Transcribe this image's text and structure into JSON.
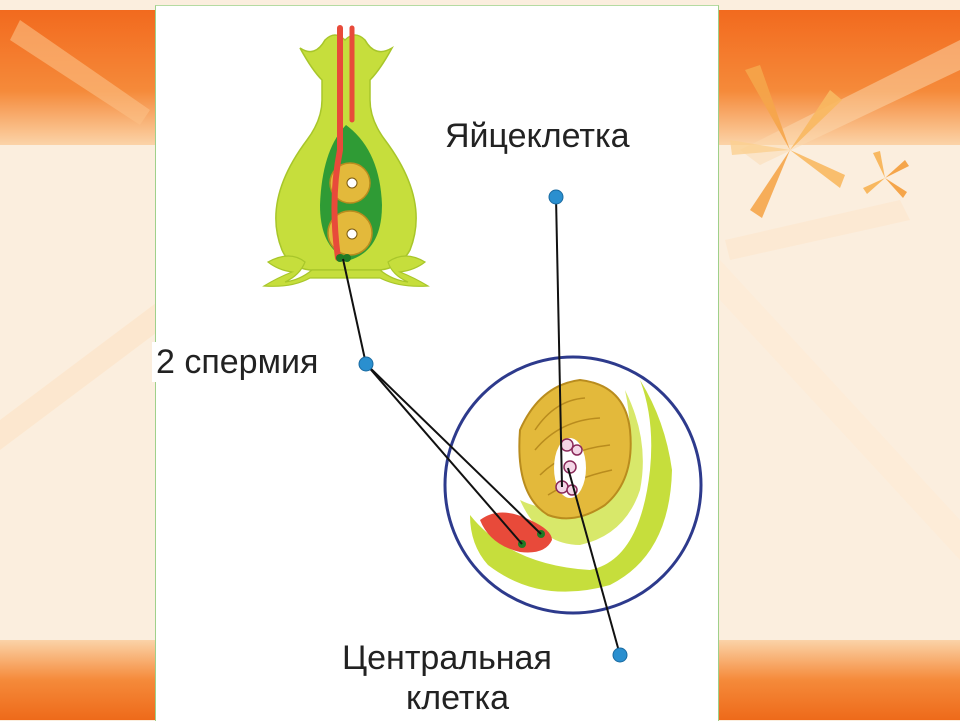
{
  "labels": {
    "egg_cell": "Яйцеклетка",
    "two_sperm": "2 спермия",
    "central_cell_line1": "Центральная",
    "central_cell_line2": "клетка"
  },
  "colors": {
    "slide_orange": "#f07a2a",
    "slide_cream": "#fbeede",
    "panel_border": "#9fd08a",
    "tissue_green": "#c6de3c",
    "sac_dark_green": "#2f9b35",
    "ovule_yellow": "#e3b93b",
    "pollen_tube_red": "#e84a3a",
    "circle_outline": "#2d3a8c",
    "pointer_dot": "#2a8fcf"
  }
}
